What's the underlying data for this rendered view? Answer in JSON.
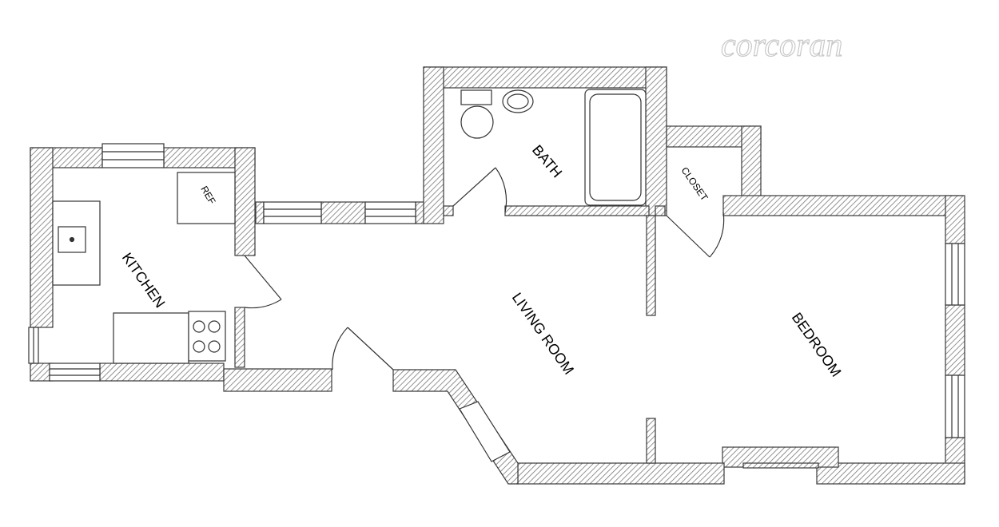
{
  "watermark": "corcoran",
  "rooms": {
    "kitchen": "KITCHEN",
    "bath": "BATH",
    "closet": "CLOSET",
    "living_room": "LIVING ROOM",
    "bedroom": "BEDROOM"
  },
  "fixtures": {
    "refrigerator": "REF"
  },
  "colors": {
    "wall_line": "#3a3a3a",
    "wall_hatch": "#7a7a7a",
    "fixture_line": "#333333",
    "background": "#ffffff"
  }
}
